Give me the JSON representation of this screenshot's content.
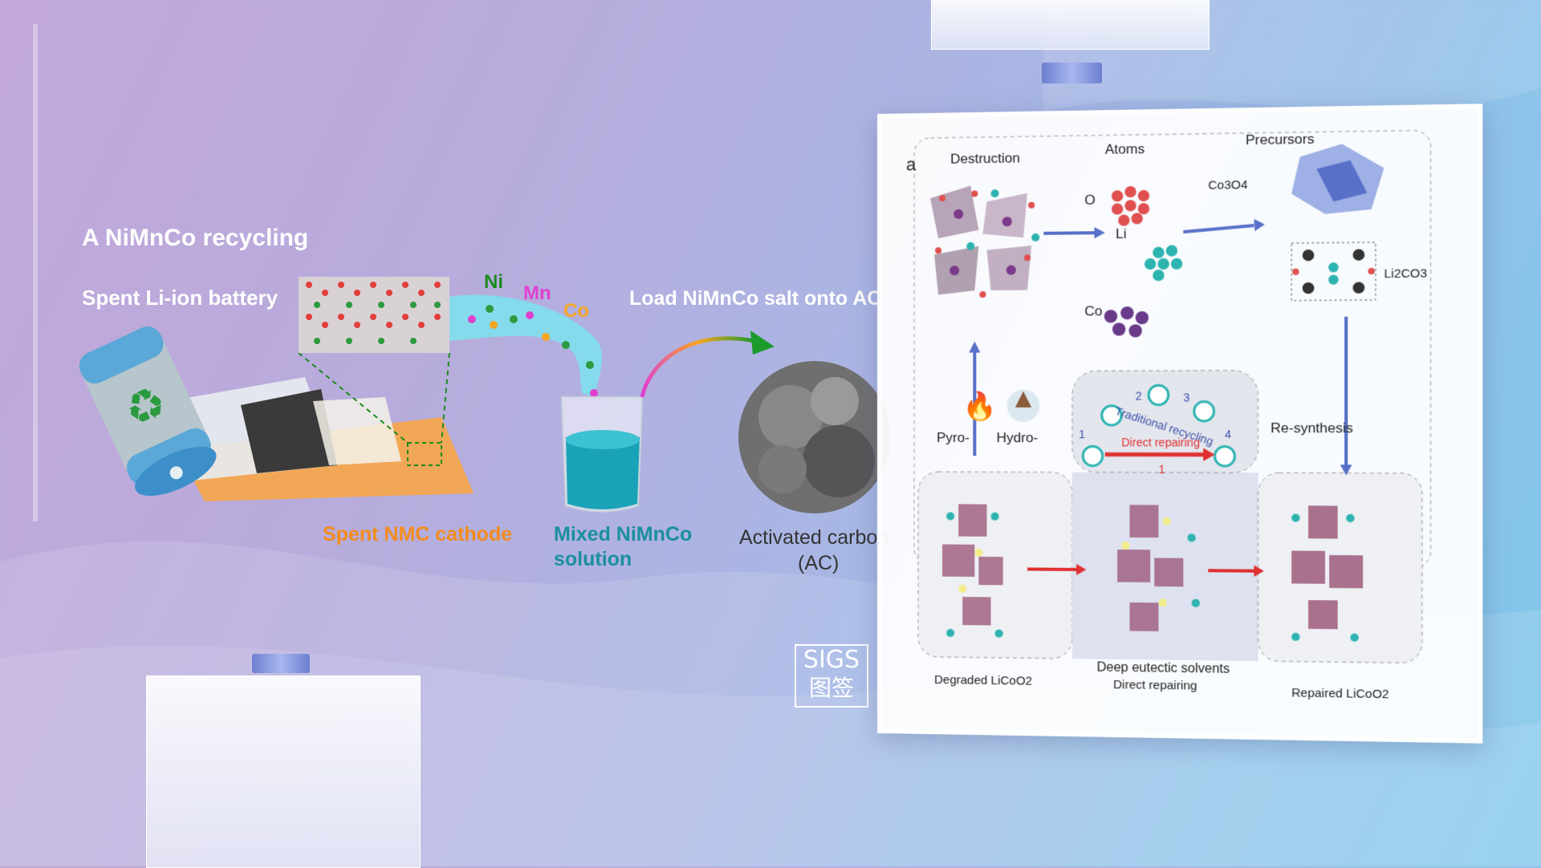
{
  "colors": {
    "bg_start": "#c2a7da",
    "bg_end": "#7ec6ea",
    "title_white": "#ffffff",
    "cathode_orange": "#f28c1e",
    "solution_teal": "#1b8fa0",
    "ni_green": "#1c8a1c",
    "mn_magenta": "#e040d0",
    "co_orange": "#f5a623"
  },
  "left": {
    "section_title": "A  NiMnCo recycling",
    "battery_label": "Spent Li-ion battery",
    "element_ni": "Ni",
    "element_mn": "Mn",
    "element_co": "Co",
    "load_label": "Load NiMnCo salt onto AC",
    "cathode_label": "Spent NMC cathode",
    "solution_label_line1": "Mixed NiMnCo",
    "solution_label_line2": "solution",
    "carbon_label_line1": "Activated carbon",
    "carbon_label_line2": "(AC)"
  },
  "logo": {
    "line1": "SIGS",
    "line2": "图签"
  },
  "panel": {
    "panel_letter": "a",
    "destruction": "Destruction",
    "atoms": "Atoms",
    "precursors": "Precursors",
    "o": "O",
    "li": "Li",
    "co": "Co",
    "co3o4": "Co3O4",
    "li2co3": "Li2CO3",
    "pyro": "Pyro-",
    "hydro": "Hydro-",
    "traditional": "Traditional recycling",
    "direct_repairing_arrow": "Direct repairing",
    "step1": "1",
    "step2": "2",
    "step3": "3",
    "step4": "4",
    "step1b": "1",
    "resynthesis": "Re-synthesis",
    "degraded": "Degraded LiCoO2",
    "des": "Deep eutectic solvents",
    "direct_repairing": "Direct repairing",
    "repaired": "Repaired LiCoO2"
  }
}
